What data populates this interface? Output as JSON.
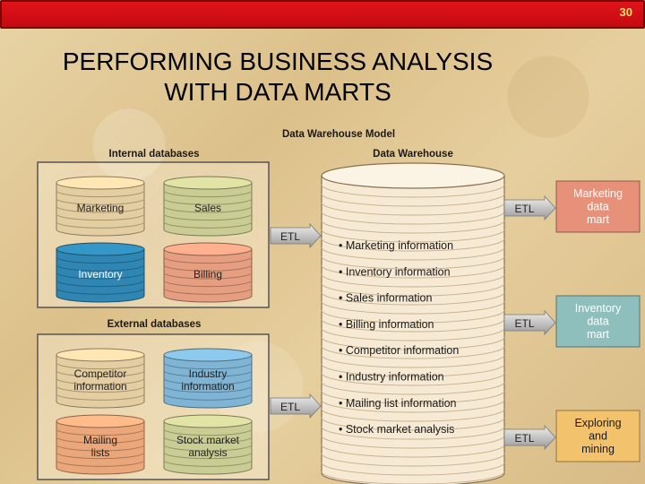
{
  "slide": {
    "number": "30",
    "title_line1": "PERFORMING BUSINESS ANALYSIS",
    "title_line2": "WITH DATA MARTS"
  },
  "diagram": {
    "model_title": "Data Warehouse Model",
    "internal_title": "Internal databases",
    "external_title": "External databases",
    "warehouse_title": "Data Warehouse",
    "internal_dbs": [
      "Marketing",
      "Sales",
      "Inventory",
      "Billing"
    ],
    "external_dbs": [
      [
        "Competitor",
        "information"
      ],
      [
        "Industry",
        "information"
      ],
      [
        "Mailing",
        "lists"
      ],
      [
        "Stock market",
        "analysis"
      ]
    ],
    "warehouse_items": [
      "• Marketing information",
      "• Inventory information",
      "• Sales information",
      "• Billing information",
      "• Competitor information",
      "• Industry information",
      "• Mailing list information",
      "• Stock market analysis"
    ],
    "etl_label": "ETL",
    "marts": [
      [
        "Marketing",
        "data",
        "mart"
      ],
      [
        "Inventory",
        "data",
        "mart"
      ],
      [
        "Exploring",
        "and",
        "mining"
      ]
    ],
    "colors": {
      "tan_db": "#e4cda0",
      "green_db": "#c9cc93",
      "blue_db": "#2f86b3",
      "salmon_db": "#e59e80",
      "lightblue_db": "#7fb4d4",
      "orange_db": "#eba77a",
      "marketing_mart": "#e8917a",
      "inventory_mart": "#8ebfbc",
      "exploring_mart": "#f2c26c"
    }
  }
}
